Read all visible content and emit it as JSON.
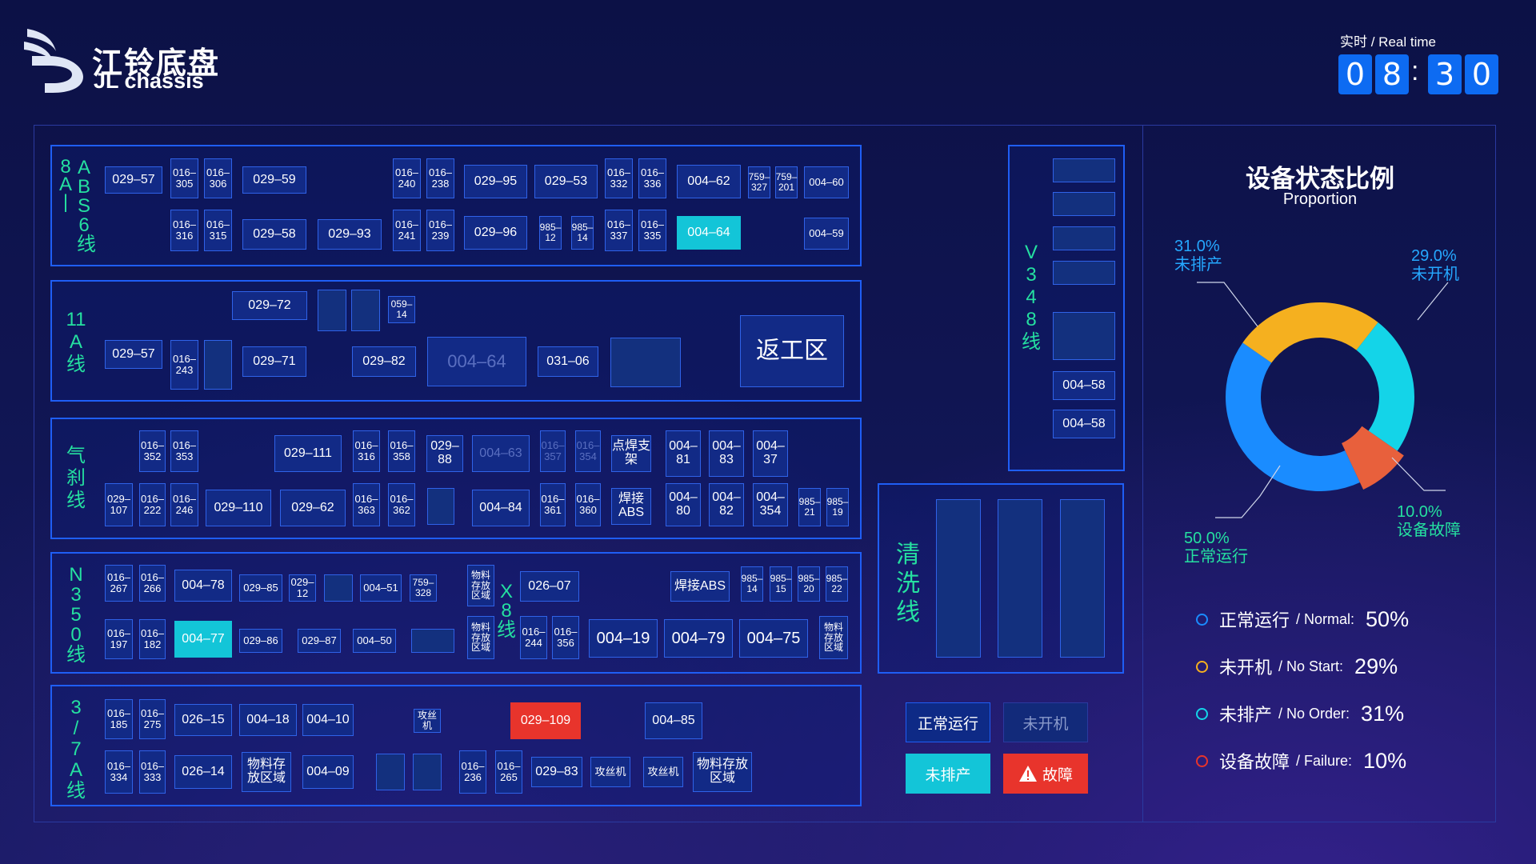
{
  "header": {
    "logo_cn": "江铃底盘",
    "logo_en": "JL chassis",
    "realtime_label": "实时 / Real time",
    "clock": [
      "0",
      "8",
      "3",
      "0"
    ]
  },
  "zones": {
    "abs8": "8A|ABS6线",
    "a11": "11A线",
    "qisha": "气刹线",
    "n350": "N350线",
    "x8": "X8线",
    "l37a": "3/7A线",
    "v348": "V348线",
    "qingxi": "清洗线",
    "fangong": "返工区"
  },
  "cells": {
    "a1": "029–57",
    "a2": "016–305",
    "a3": "016–306",
    "a4": "029–59",
    "a5": "016–240",
    "a6": "016–238",
    "a7": "029–95",
    "a8": "029–53",
    "a9": "016–332",
    "a10": "016–336",
    "a11": "004–62",
    "a12": "759–327",
    "a13": "759–201",
    "a14": "004–60",
    "a15": "016–316",
    "a16": "016–315",
    "a17": "029–58",
    "a18": "029–93",
    "a19": "016–241",
    "a20": "016–239",
    "a21": "029–96",
    "a22": "985–12",
    "a23": "985–14",
    "a24": "016–337",
    "a25": "016–335",
    "a26": "004–64",
    "a27": "004–59",
    "b1": "029–72",
    "b2": "059–14",
    "b3": "029–57",
    "b4": "016–243",
    "b5": "029–71",
    "b6": "029–82",
    "b7": "004–64",
    "b8": "031–06",
    "c1": "016–352",
    "c2": "016–353",
    "c3": "029–111",
    "c4": "016–316",
    "c5": "016–358",
    "c6": "029–88",
    "c7": "004–63",
    "c8": "016–357",
    "c9": "016–354",
    "c10": "点焊支架",
    "c11": "004–81",
    "c12": "004–83",
    "c13": "004–37",
    "c14": "029–107",
    "c15": "016–222",
    "c16": "016–246",
    "c17": "029–110",
    "c18": "029–62",
    "c19": "016–363",
    "c20": "016–362",
    "c21": "004–84",
    "c22": "016–361",
    "c23": "016–360",
    "c24": "焊接ABS",
    "c25": "004–80",
    "c26": "004–82",
    "c27": "004–354",
    "c28": "985–21",
    "c29": "985–19",
    "d1": "016–267",
    "d2": "016–266",
    "d3": "004–78",
    "d4": "029–85",
    "d5": "029–12",
    "d6": "004–51",
    "d7": "759–328",
    "d8": "物料存放区域",
    "d9": "026–07",
    "d10": "焊接ABS",
    "d11": "985–14",
    "d12": "985–15",
    "d13": "985–20",
    "d14": "985–22",
    "d15": "016–197",
    "d16": "016–182",
    "d17": "004–77",
    "d18": "029–86",
    "d19": "029–87",
    "d20": "004–50",
    "d21": "物料存放区域",
    "d22": "016–244",
    "d23": "016–356",
    "d24": "004–19",
    "d25": "004–79",
    "d26": "004–75",
    "d27": "物料存放区域",
    "e1": "016–185",
    "e2": "016–275",
    "e3": "026–15",
    "e4": "004–18",
    "e5": "004–10",
    "e6": "攻丝机",
    "e7": "029–109",
    "e8": "004–85",
    "e9": "016–334",
    "e10": "016–333",
    "e11": "026–14",
    "e12": "物料存放区域",
    "e13": "004–09",
    "e14": "016–236",
    "e15": "016–265",
    "e16": "029–83",
    "e17": "攻丝机",
    "e18": "攻丝机",
    "e19": "物料存放区域",
    "v1": "004–58",
    "v2": "004–58"
  },
  "status_buttons": {
    "normal": "正常运行",
    "nostart": "未开机",
    "noorder": "未排产",
    "failure": "故障"
  },
  "proportion": {
    "title": "设备状态比例",
    "subtitle": "Proportion",
    "labels": {
      "noorder_pct": "31.0%",
      "noorder": "未排产",
      "nostart_pct": "29.0%",
      "nostart": "未开机",
      "failure_pct": "10.0%",
      "failure": "设备故障",
      "normal_pct": "50.0%",
      "normal": "正常运行"
    },
    "legend": [
      {
        "cn": "正常运行",
        "en": "/ Normal:",
        "pct": "50%",
        "color": "#1a8cff"
      },
      {
        "cn": "未开机",
        "en": "/ No Start:",
        "pct": "29%",
        "color": "#f5b01f"
      },
      {
        "cn": "未排产",
        "en": "/ No Order:",
        "pct": "31%",
        "color": "#14d4e8"
      },
      {
        "cn": "设备故障",
        "en": "/ Failure:",
        "pct": "10%",
        "color": "#e8342c"
      }
    ],
    "donut": [
      {
        "name": "正常运行",
        "value": 50,
        "color": "#1a8cff"
      },
      {
        "name": "未排产",
        "value": 31,
        "color": "#f5b01f"
      },
      {
        "name": "未开机",
        "value": 29,
        "color": "#14d4e8"
      },
      {
        "name": "设备故障",
        "value": 10,
        "color": "#e8603c"
      }
    ]
  },
  "colors": {
    "zone_border": "#1f5ef5",
    "zone_label": "#25e0a0",
    "highlight": "#13c5d8",
    "fault": "#e8342c"
  }
}
